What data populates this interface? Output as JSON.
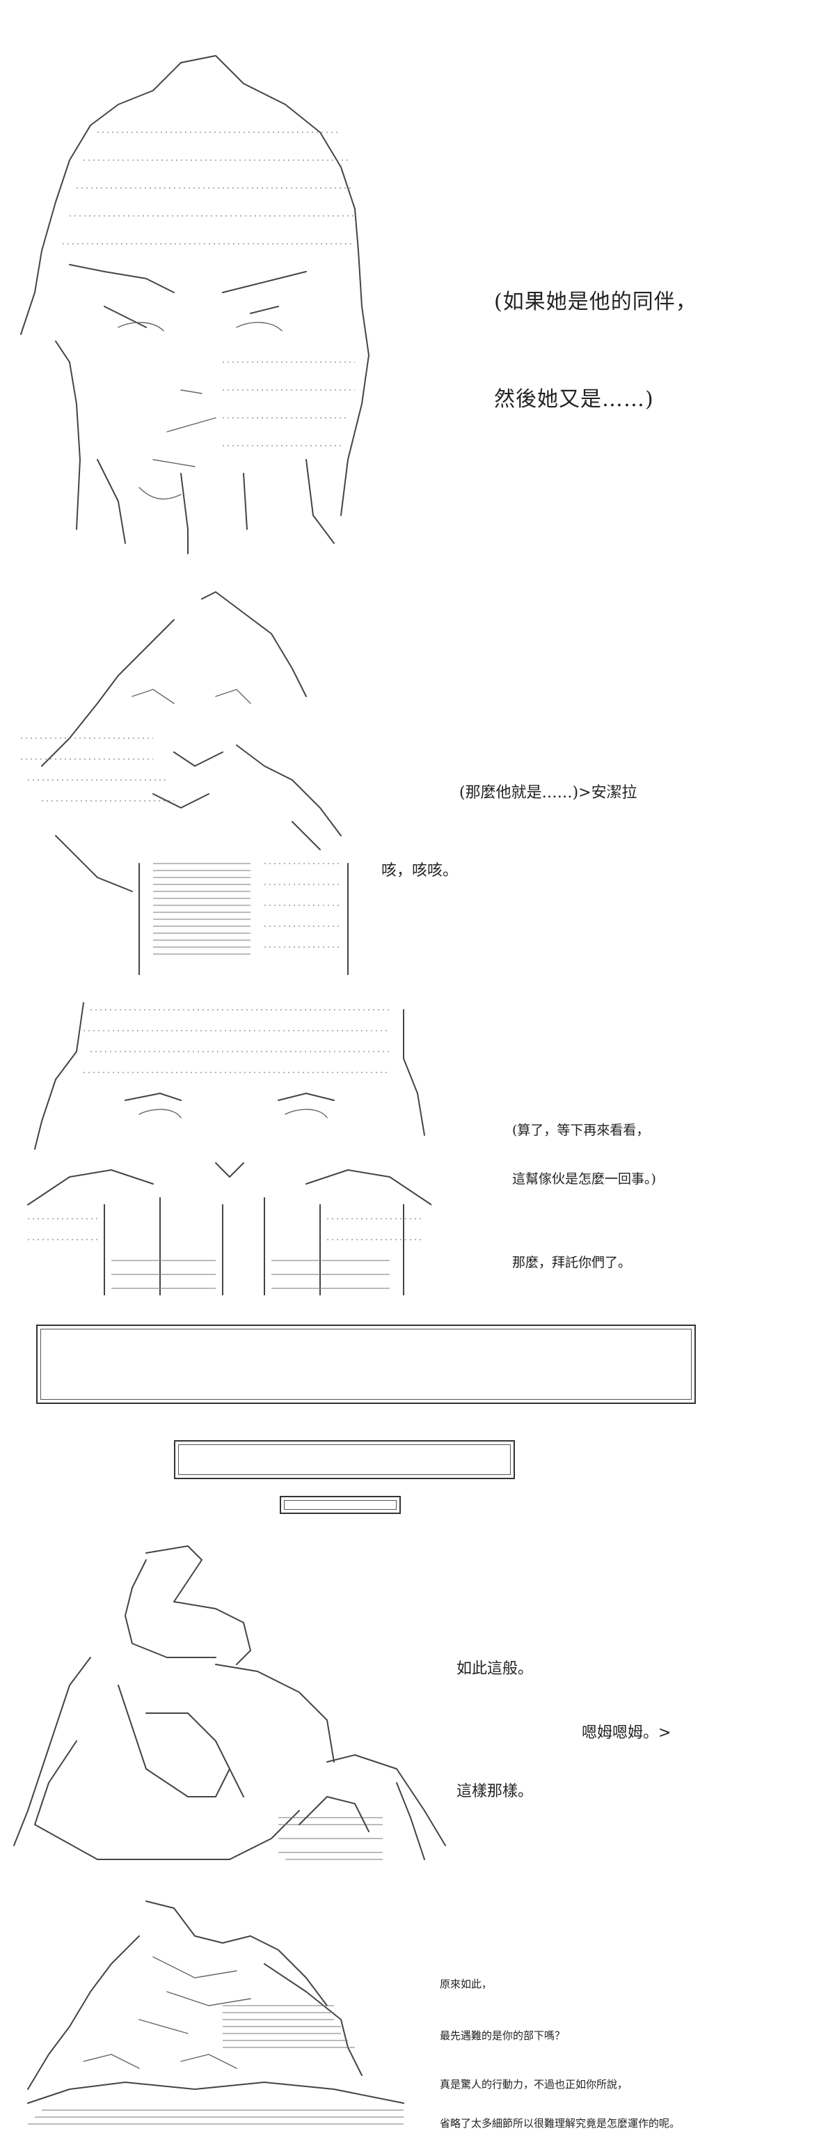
{
  "panels": [
    {
      "lines": [
        "(如果她是他的同伴，",
        "然後她又是……)"
      ]
    },
    {
      "lines": [
        "(那麼他就是……)>安潔拉",
        "咳，咳咳。"
      ]
    },
    {
      "lines": [
        "(算了，等下再來看看，",
        "這幫傢伙是怎麼一回事。)",
        "那麼，拜託你們了。"
      ]
    },
    {
      "lines": [
        "如此這般。",
        "嗯姆嗯姆。>",
        "這樣那樣。"
      ]
    },
    {
      "lines": [
        "原來如此，",
        "最先遇難的是你的部下嗎？",
        "真是驚人的行動力，不過也正如你所說，",
        "省略了太多細節所以很難理解究竟是怎麼運作的呢。"
      ]
    }
  ]
}
